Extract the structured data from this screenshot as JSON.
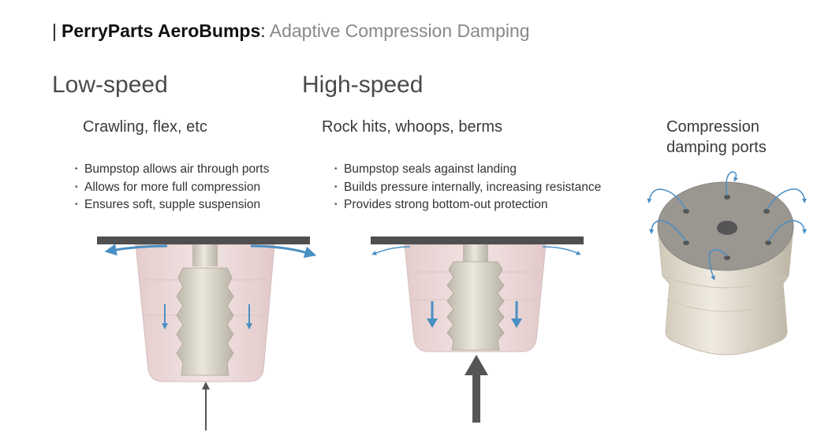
{
  "header": {
    "separator": "|",
    "brand": "PerryParts AeroBumps",
    "colon": ":",
    "subtitle": " Adaptive Compression Damping"
  },
  "low_speed": {
    "heading": "Low-speed",
    "subheading": "Crawling, flex, etc",
    "bullets": [
      "Bumpstop allows air through ports",
      "Allows for more full compression",
      "Ensures soft, supple suspension"
    ]
  },
  "high_speed": {
    "heading": "High-speed",
    "subheading": "Rock hits, whoops, berms",
    "bullets": [
      "Bumpstop seals against landing",
      "Builds pressure internally, increasing resistance",
      "Provides strong bottom-out protection"
    ]
  },
  "ports": {
    "label_line1": "Compression",
    "label_line2": "damping ports"
  },
  "colors": {
    "plate": "#4f4f4f",
    "cup": "#ecd9d9",
    "cup_edge": "#d9c3c3",
    "bellows": "#d8d4c8",
    "airflow": "#4a8fc4",
    "force": "#555555",
    "cylinder": "#e3ddd0",
    "cylinder_top": "#9a9690"
  },
  "icons": {
    "airflow": "curved-arrow-icon",
    "force": "up-arrow-icon"
  }
}
